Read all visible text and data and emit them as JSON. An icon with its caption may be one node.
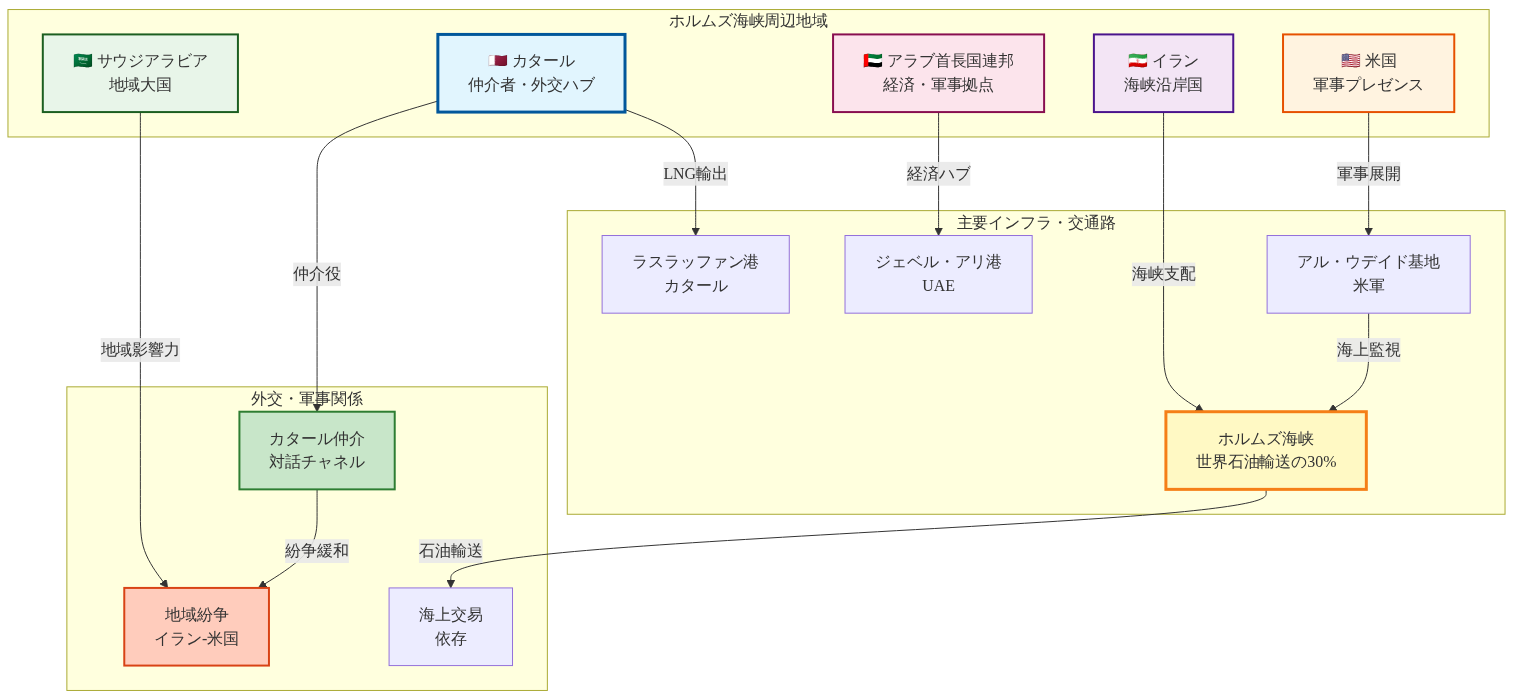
{
  "diagram": {
    "nodes": [
      {
        "text": [
          "ホルムズ海峡周辺地域"
        ]
      },
      {
        "text": [
          "🇸🇦 サウジアラビア",
          "地域大国"
        ],
        "in": 0
      },
      {
        "text": [
          "🇶🇦 カタール",
          "仲介者・外交ハブ"
        ],
        "in": 0
      },
      {
        "text": [
          "🇦🇪 アラブ首長国連邦",
          "経済・軍事拠点"
        ],
        "in": 0
      },
      {
        "text": [
          "🇮🇷 イラン",
          "海峡沿岸国"
        ],
        "in": 0
      },
      {
        "text": [
          "🇺🇸 米国",
          "軍事プレゼンス"
        ],
        "in": 0
      },
      {
        "text": [
          "主要インフラ・交通路"
        ]
      },
      {
        "text": [
          "ジェベル・アリ港",
          "UAE"
        ],
        "in": 6
      },
      {
        "text": [
          "ラスラッファン港",
          "カタール"
        ],
        "in": 6
      },
      {
        "text": [
          "アル・ウデイド基地",
          "米軍"
        ],
        "in": 6
      },
      {
        "text": [
          "ホルムズ海峡",
          "世界石油輸送の30%"
        ],
        "in": 6
      },
      {
        "text": [
          "外交・軍事関係"
        ]
      },
      {
        "text": [
          "カタール仲介",
          "対話チャネル"
        ],
        "in": 11
      },
      {
        "text": [
          "地域紛争",
          "イラン-米国"
        ],
        "in": 11
      },
      {
        "text": [
          "海上交易",
          "依存"
        ],
        "in": 11
      }
    ],
    "edges": [
      {
        "from": 1,
        "to": 13,
        "arrow": "to",
        "label": "地域影響力"
      },
      {
        "from": 2,
        "to": 12,
        "arrow": "to",
        "label": "仲介役"
      },
      {
        "from": 3,
        "to": 7,
        "arrow": "to",
        "label": "経済ハブ"
      },
      {
        "from": 2,
        "to": 8,
        "arrow": "to",
        "label": "LNG輸出"
      },
      {
        "from": 4,
        "to": 10,
        "arrow": "to",
        "label": "海峡支配"
      },
      {
        "from": 5,
        "to": 9,
        "arrow": "to",
        "label": "軍事展開"
      },
      {
        "from": 9,
        "to": 10,
        "arrow": "to",
        "label": "海上監視"
      },
      {
        "from": 12,
        "to": 13,
        "arrow": "to",
        "label": "紛争緩和"
      },
      {
        "from": 10,
        "to": 14,
        "arrow": "to",
        "label": "石油輸送"
      }
    ]
  }
}
